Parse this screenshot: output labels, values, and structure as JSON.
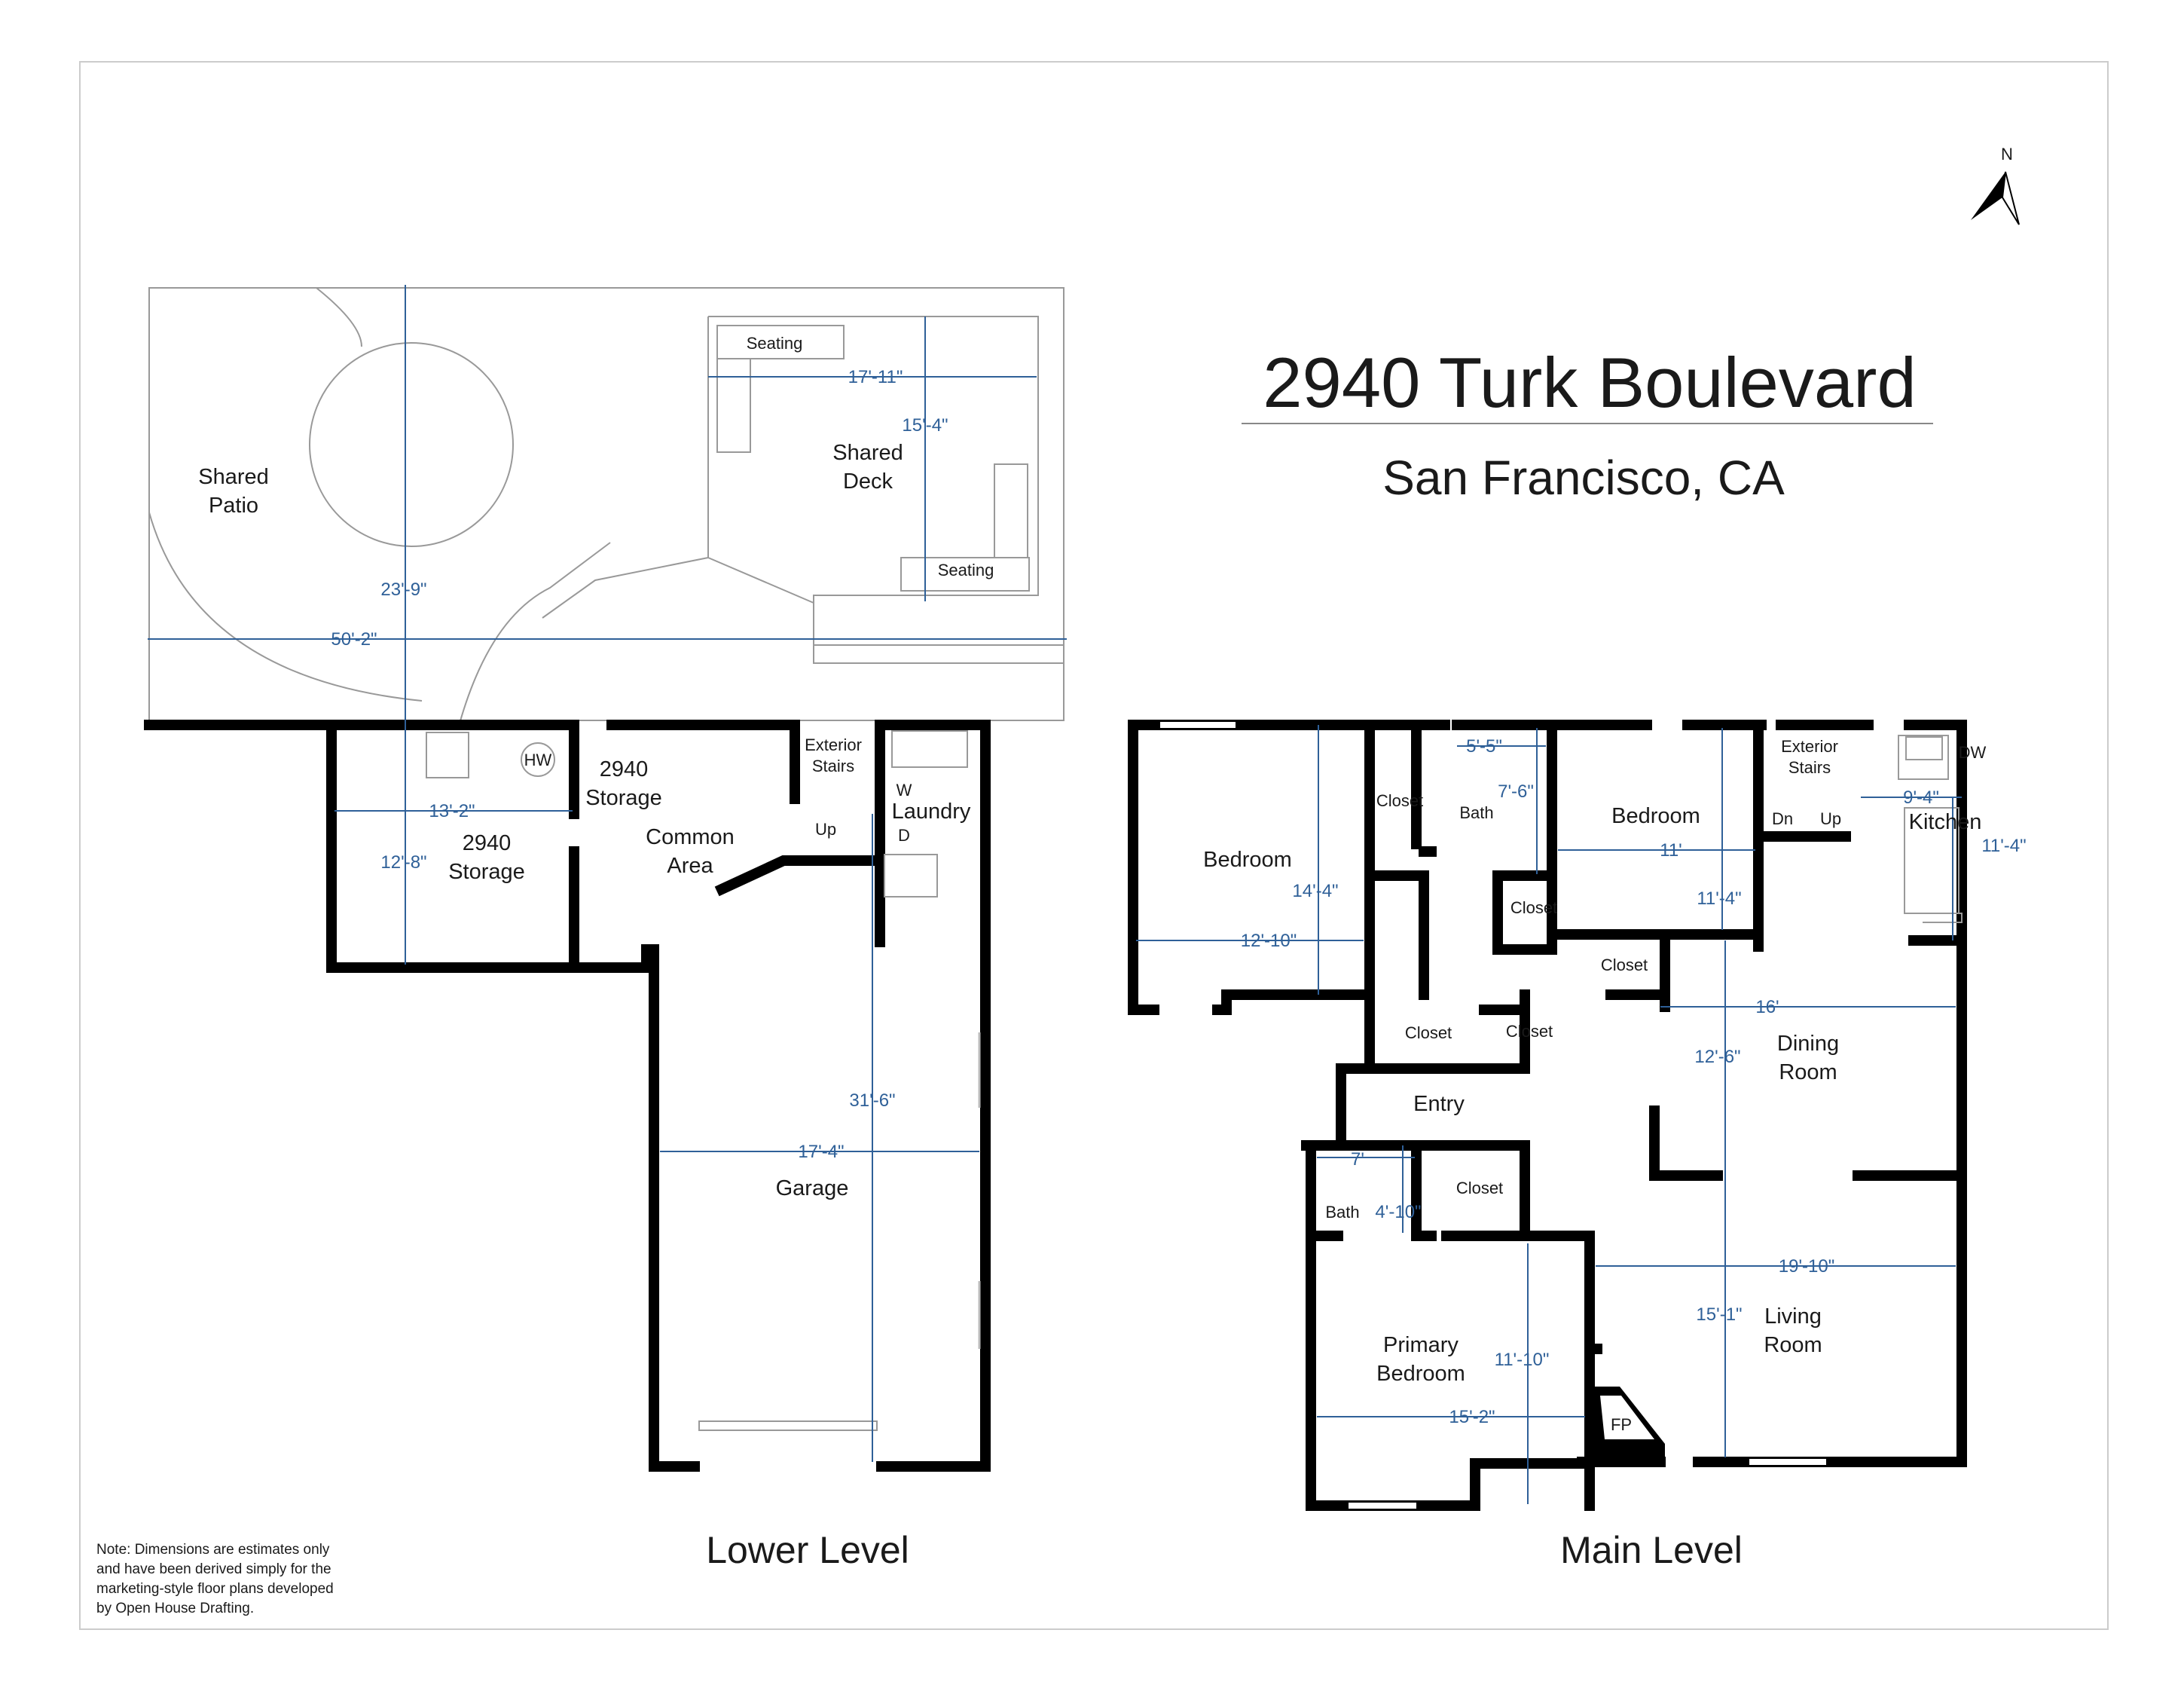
{
  "header": {
    "title": "2940 Turk Boulevard",
    "subtitle": "San Francisco, CA",
    "north": "N"
  },
  "levels": {
    "lower": "Lower Level",
    "main": "Main Level"
  },
  "note": {
    "lines": [
      "Note: Dimensions are estimates only",
      "and have been derived simply for the",
      "marketing-style floor plans developed",
      "by Open House Drafting."
    ]
  },
  "lower_labels": {
    "shared_patio": [
      "Shared",
      "Patio"
    ],
    "shared_deck": [
      "Shared",
      "Deck"
    ],
    "seating_1": "Seating",
    "seating_2": "Seating",
    "hw": "HW",
    "storage_a": [
      "2940",
      "Storage"
    ],
    "storage_b": [
      "2940",
      "Storage"
    ],
    "common_area": [
      "Common",
      "Area"
    ],
    "exterior_stairs": [
      "Exterior",
      "Stairs"
    ],
    "up": "Up",
    "w": "W",
    "d": "D",
    "laundry": "Laundry",
    "garage": "Garage"
  },
  "lower_dims": {
    "d_50_2": "50'-2\"",
    "d_23_9": "23'-9\"",
    "d_17_11": "17'-11\"",
    "d_15_4": "15'-4\"",
    "d_13_2": "13'-2\"",
    "d_12_8": "12'-8\"",
    "d_31_6": "31'-6\"",
    "d_17_4": "17'-4\""
  },
  "main_labels": {
    "bedroom_1": "Bedroom",
    "closet_1": "Closet",
    "bath_1": "Bath",
    "bedroom_2": "Bedroom",
    "closet_2": "Closet",
    "closet_3": "Closet",
    "closet_4": "Closet",
    "closet_5": "Closet",
    "exterior_stairs": [
      "Exterior",
      "Stairs"
    ],
    "dn": "Dn",
    "up": "Up",
    "dw": "DW",
    "kitchen": "Kitchen",
    "dining_room": [
      "Dining",
      "Room"
    ],
    "entry": "Entry",
    "bath_2": "Bath",
    "closet_6": "Closet",
    "primary_bedroom": [
      "Primary",
      "Bedroom"
    ],
    "living_room": [
      "Living",
      "Room"
    ],
    "fp": "FP"
  },
  "main_dims": {
    "d_14_4": "14'-4\"",
    "d_12_10": "12'-10\"",
    "d_5_5": "5'-5\"",
    "d_7_6": "7'-6\"",
    "d_11": "11'",
    "d_11_4a": "11'-4\"",
    "d_9_4": "9'-4\"",
    "d_11_4b": "11'-4\"",
    "d_16": "16'",
    "d_12_6": "12'-6\"",
    "d_7": "7'",
    "d_4_10": "4'-10\"",
    "d_19_10": "19'-10\"",
    "d_15_1": "15'-1\"",
    "d_11_10": "11'-10\"",
    "d_15_2": "15'-2\""
  },
  "colors": {
    "wall": "#000000",
    "dimension": "#2f6098",
    "thin_line": "#999999"
  }
}
